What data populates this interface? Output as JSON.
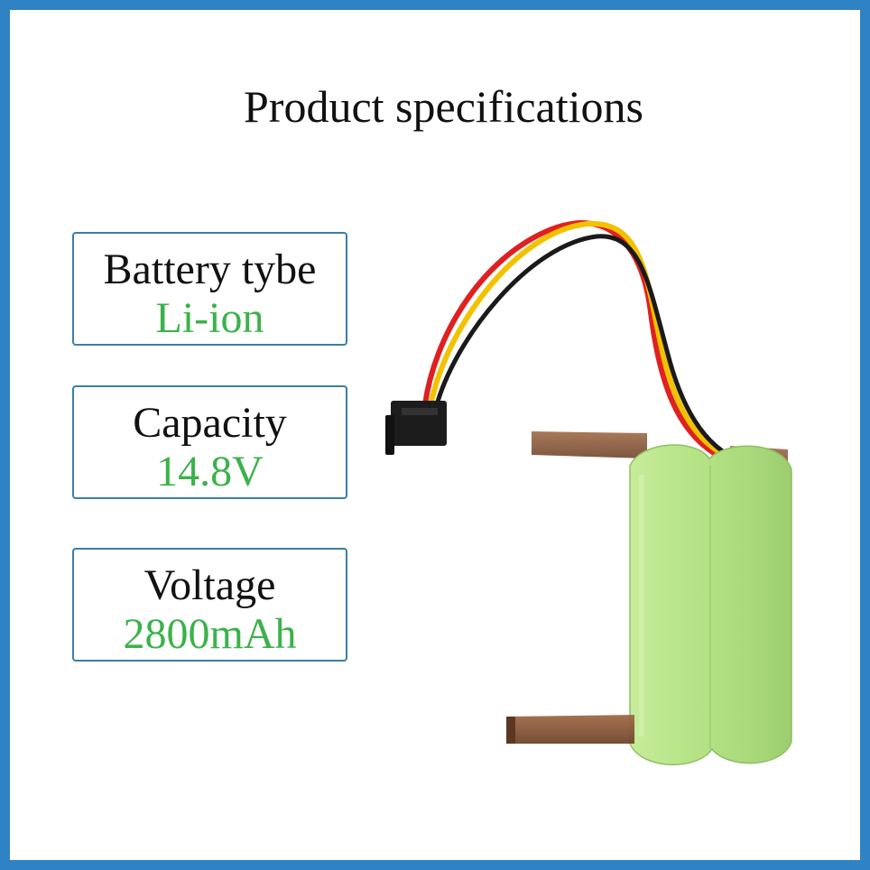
{
  "title": "Product specifications",
  "specs": [
    {
      "label": "Battery tybe",
      "value": "Li-ion"
    },
    {
      "label": "Capacity",
      "value": "14.8V"
    },
    {
      "label": "Voltage",
      "value": "2800mAh"
    }
  ],
  "colors": {
    "frame": "#2f83c4",
    "box_border": "#3b7fa8",
    "value_text": "#3bb24a",
    "battery_wrap": "#b8e58c",
    "wire_red": "#e02020",
    "wire_yellow": "#f2c200",
    "wire_black": "#1a1a1a",
    "tab": "#8a5a3c"
  },
  "icons": {
    "product": "battery-pack-icon"
  }
}
